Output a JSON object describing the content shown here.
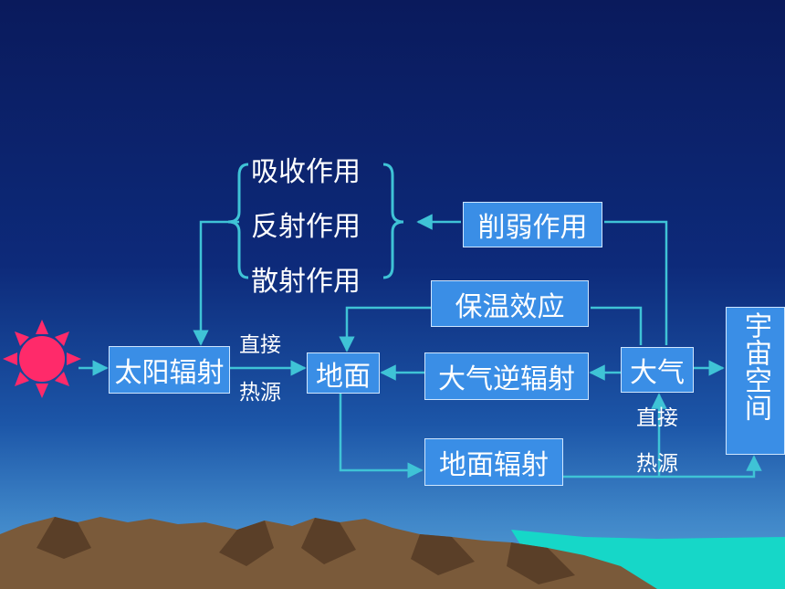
{
  "effects": {
    "absorption": "吸收作用",
    "reflection": "反射作用",
    "scattering": "散射作用"
  },
  "boxes": {
    "weakening": "削弱作用",
    "insulation": "保温效应",
    "solar_radiation": "太阳辐射",
    "ground": "地面",
    "atmospheric_counter_radiation": "大气逆辐射",
    "atmosphere": "大气",
    "ground_radiation": "地面辐射",
    "space": "宇宙空间"
  },
  "labels": {
    "direct_1": "直接",
    "heat_source_1": "热源",
    "direct_2": "直接",
    "heat_source_2": "热源"
  },
  "colors": {
    "box_fill": "#3a8ee6",
    "arrow": "#3fc3d6",
    "sun": "#ff2a6a"
  }
}
